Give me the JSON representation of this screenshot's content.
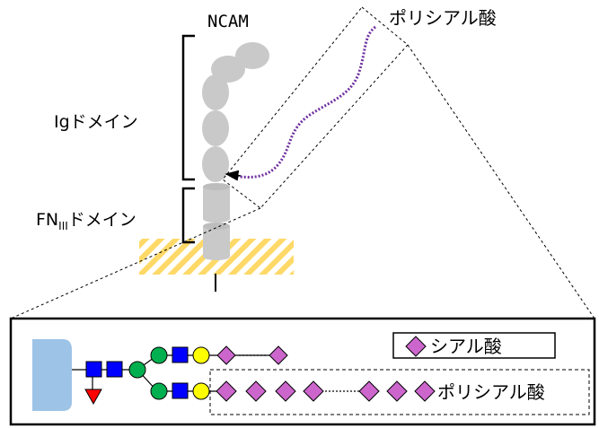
{
  "labels": {
    "ncam": "NCAM",
    "polysialic_top": "ポリシアル酸",
    "ig_domain": "Igドメイン",
    "fn_prefix": "FN",
    "fn_subscript": "III",
    "fn_suffix": "ドメイン",
    "legend_sialic": "シアル酸",
    "polysialic_bottom": "ポリシアル酸"
  },
  "colors": {
    "ig_domain_fill": "#c9c9c9",
    "polysialic_chain": "#7030a0",
    "membrane_stripes": "#ffd24d",
    "anchor_block": "#9dc3e6",
    "glc_nac_square": "#0000ff",
    "galactose_circle": "#ffff00",
    "mannose_circle": "#00b050",
    "fucose_triangle": "#ff0000",
    "sialic_diamond": "#cc66cc"
  },
  "icons": {
    "glycan_square": "n-acetylglucosamine-square-icon",
    "glycan_circle_green": "mannose-circle-icon",
    "glycan_circle_yellow": "galactose-circle-icon",
    "glycan_triangle": "fucose-triangle-icon",
    "glycan_diamond": "sialic-acid-diamond-icon"
  }
}
